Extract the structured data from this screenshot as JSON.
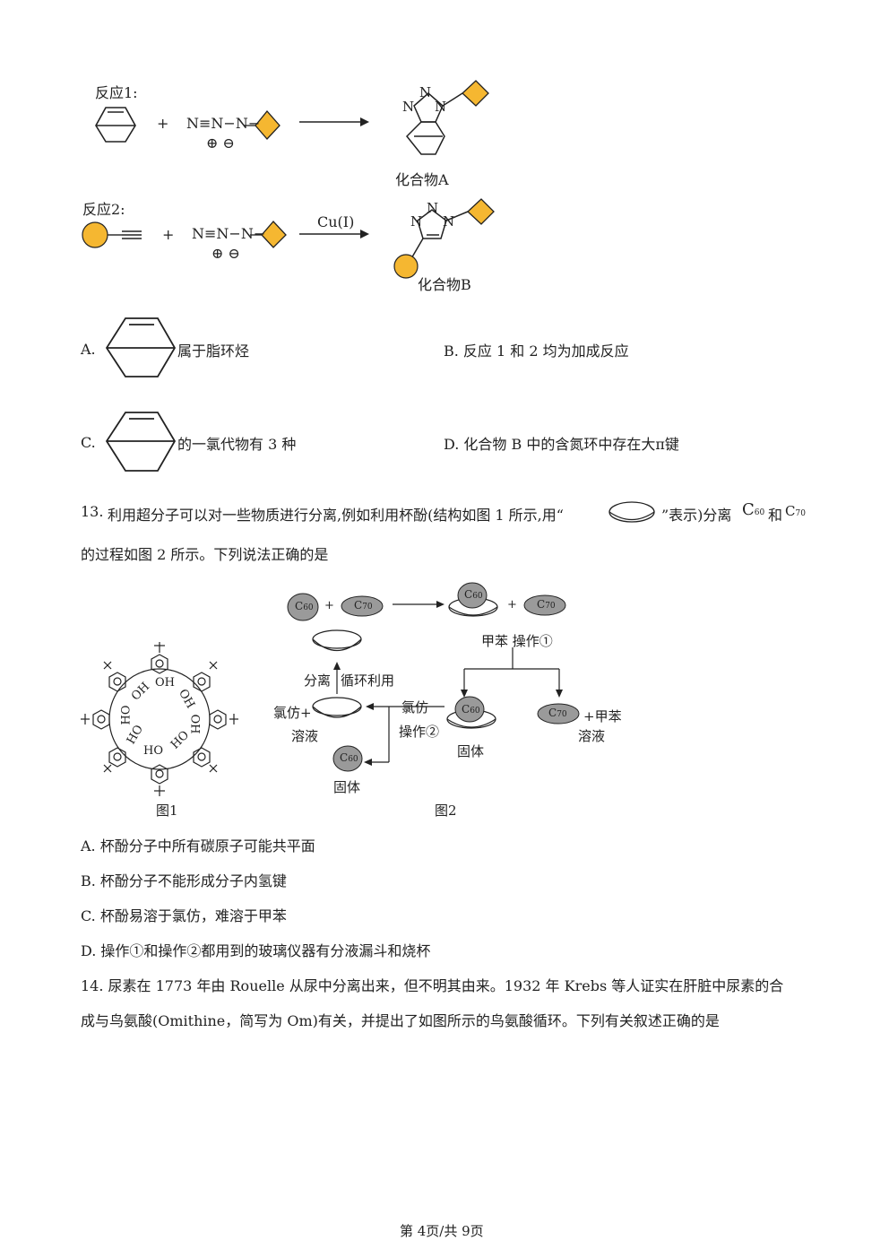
{
  "reactions": {
    "r1_label": "反应1:",
    "r1_plus": "+",
    "r1_azide": "N≡N−N−",
    "r1_charges": "⊕ ⊖",
    "r1_product": "化合物A",
    "r2_label": "反应2:",
    "r2_plus": "+",
    "r2_azide": "N≡N−N−",
    "r2_charges": "⊕ ⊖",
    "r2_catalyst": "Cu(I)",
    "r2_product": "化合物B",
    "atom_N": "N"
  },
  "q12": {
    "A_letter": "A.",
    "A_text": "属于脂环烃",
    "B_text": "B.  反应 1 和 2 均为加成反应",
    "C_letter": "C.",
    "C_text": "的一氯代物有 3 种",
    "D_text": "D.  化合物 B 中的含氮环中存在大π键"
  },
  "q13": {
    "number": "13.",
    "stem_part1": "利用超分子可以对一些物质进行分离,例如利用杯酚(结构如图 1 所示,用“",
    "stem_part2": "”表示)分离",
    "c_base": "C",
    "c60_sub": "60",
    "and": "和",
    "c70_sub": "70",
    "stem_line2": "的过程如图 2 所示。下列说法正确的是",
    "fig1_caption": "图1",
    "fig2_caption": "图2",
    "fig1_OH": "OH",
    "fig1_HO": "HO",
    "fig2": {
      "plus": "+",
      "toluene_op1": "甲苯 操作①",
      "separate": "分离",
      "recycle": "循环利用",
      "chloroform_plus": "氯仿+",
      "solution": "溶液",
      "chloroform": "氯仿",
      "op2": "操作②",
      "solid": "固体",
      "plus_toluene": "+甲苯",
      "solution2": "溶液",
      "solid2": "固体"
    },
    "options": [
      "A.  杯酚分子中所有碳原子可能共平面",
      "B.  杯酚分子不能形成分子内氢键",
      "C.  杯酚易溶于氯仿，难溶于甲苯",
      "D.  操作①和操作②都用到的玻璃仪器有分液漏斗和烧杯"
    ]
  },
  "q14": {
    "line1": "14.  尿素在 1773 年由 Rouelle 从尿中分离出来，但不明其由来。1932 年 Krebs 等人证实在肝脏中尿素的合",
    "line2": "成与鸟氨酸(Omithine，简写为 Om)有关，并提出了如图所示的鸟氨酸循环。下列有关叙述正确的是"
  },
  "footer": {
    "page": "第 4页/共 9页"
  },
  "colors": {
    "gold": "#f5b731",
    "gray_ball": "#9a9a9a"
  }
}
